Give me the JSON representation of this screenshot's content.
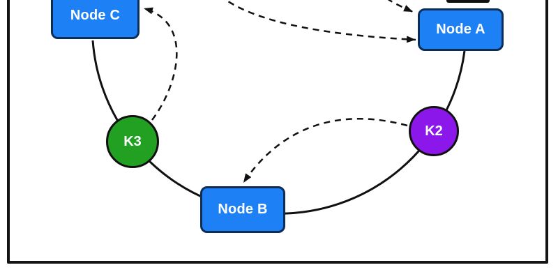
{
  "diagram": {
    "nodes": {
      "a": {
        "label": "Node A"
      },
      "b": {
        "label": "Node B"
      },
      "c": {
        "label": "Node C"
      }
    },
    "keys": {
      "k2": {
        "label": "K2"
      },
      "k3": {
        "label": "K3"
      }
    },
    "colors": {
      "node_fill": "#1d80f5",
      "node_border": "#0b2e59",
      "key_k3_fill": "#22a022",
      "key_k2_fill": "#8c17ea",
      "line_stroke": "#111111",
      "background": "#ffffff"
    },
    "edges": [
      {
        "from": "K3",
        "to": "Node C",
        "style": "dashed-arrow"
      },
      {
        "from": "K2",
        "to": "Node B",
        "style": "dashed-arrow"
      },
      {
        "from": "offscreen-top",
        "to": "Node A",
        "style": "dashed-arrow"
      },
      {
        "from": "offscreen-top",
        "to": "Node A",
        "style": "dashed-arrow"
      },
      {
        "from": "ring",
        "to": "ring",
        "style": "solid-arc"
      }
    ]
  }
}
